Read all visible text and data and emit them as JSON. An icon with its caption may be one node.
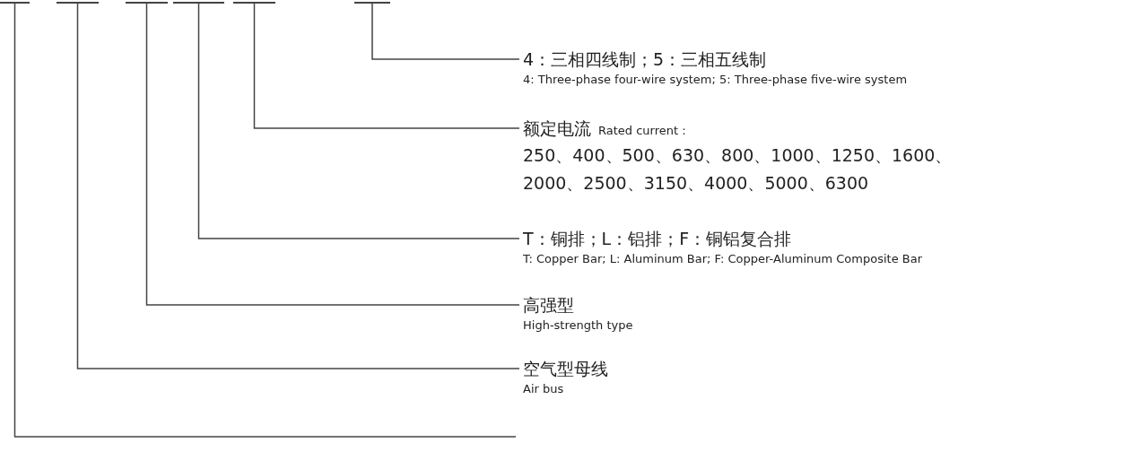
{
  "diagram": {
    "nodes": [
      {
        "text": [],
        "shape": "bar"
      },
      {
        "text": [],
        "shape": "bar"
      },
      {
        "text": [],
        "shape": "bar"
      },
      {
        "text": [],
        "shape": "bar"
      },
      {
        "text": [],
        "shape": "bar"
      },
      {
        "text": [],
        "shape": "bar"
      },
      {
        "text": [
          "4：三相四线制；5：三相五线制",
          "4: Three-phase four-wire system; 5: Three-phase five-wire system"
        ]
      },
      {
        "text": [
          "额定电流",
          "Rated current：",
          "250、400、500、630、800、1000、1250、1600、2000、2500、3150、4000、5000、6300"
        ]
      },
      {
        "text": [
          "T：铜排；L：铝排；F：铜铝复合排",
          "T: Copper Bar; L: Aluminum Bar; F: Copper-Aluminum Composite Bar"
        ]
      },
      {
        "text": [
          "高强型",
          "High-strength type"
        ]
      },
      {
        "text": [
          "空气型母线",
          "Air bus"
        ]
      }
    ],
    "edges": [
      {
        "from": 5,
        "to": 6,
        "arrow": "none"
      },
      {
        "from": 4,
        "to": 7,
        "arrow": "none"
      },
      {
        "from": 3,
        "to": 8,
        "arrow": "none"
      },
      {
        "from": 2,
        "to": 9,
        "arrow": "none"
      },
      {
        "from": 1,
        "to": 10,
        "arrow": "none"
      },
      {
        "from": 0,
        "to": null,
        "arrow": "none"
      }
    ]
  }
}
